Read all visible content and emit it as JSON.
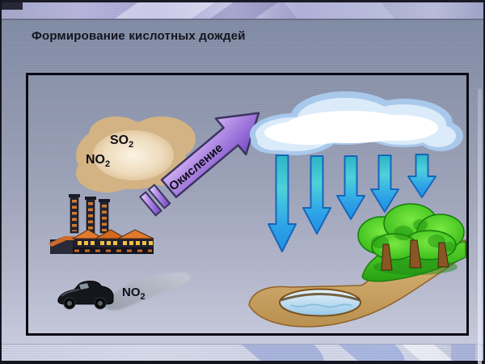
{
  "slide": {
    "title": "Формирование кислотных дождей"
  },
  "diagram": {
    "smoke_labels": {
      "so2": {
        "base": "SO",
        "sub": "2"
      },
      "no2": {
        "base": "NO",
        "sub": "2"
      }
    },
    "oxidation_label": "Окисление",
    "car_label": {
      "base": "NO",
      "sub": "2"
    },
    "rain_arrow_count": 5
  },
  "colors": {
    "slide_bg_top": "#7e89a3",
    "slide_bg_bottom": "#c6c9db",
    "title_text": "#14141f",
    "frame_border": "#0a0a12",
    "oxidation_arrow": "#a877dd",
    "rain_arrow": "#2da4e4",
    "smoke_cloud": "#d9bc8e",
    "rain_cloud_edge": "#a9c9ec",
    "pond": "#aed6ee",
    "grass": "#3cbe20",
    "sand": "#c9a05e"
  }
}
